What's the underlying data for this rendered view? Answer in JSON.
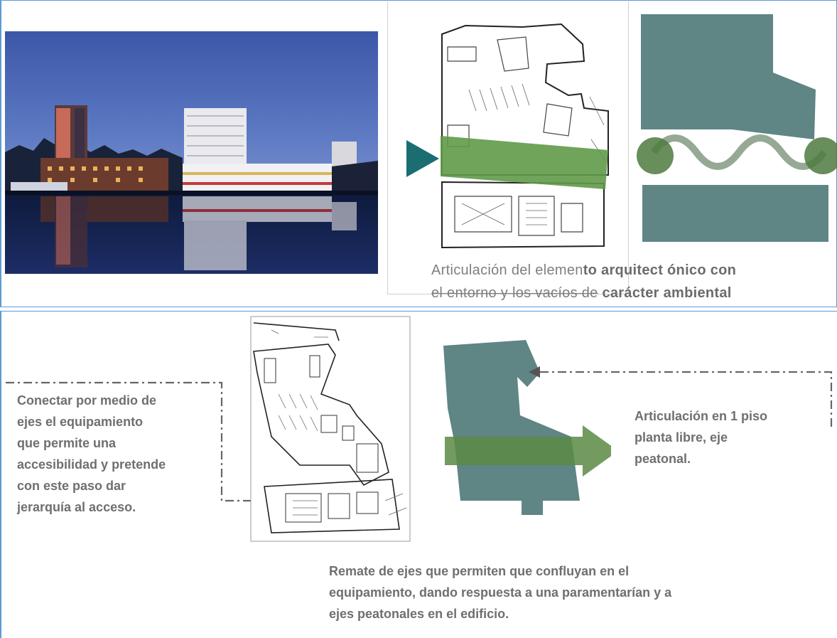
{
  "top_caption": {
    "part1": "Articulación del elemen",
    "part2": "to arquitect ónico con",
    "line2a": "el entorno y los vacíos de",
    "line2b": " carácter ambiental"
  },
  "left_note": [
    "Conectar  por medio de",
    "ejes  el equipamiento",
    "que permite una",
    "accesibilidad y pretende",
    "con este paso dar",
    "jerarquía al acceso."
  ],
  "right_note": [
    "Articulación en 1 piso",
    "planta libre, eje",
    "peatonal."
  ],
  "bottom_note": [
    "Remate de ejes que permiten que confluyan en el",
    "equipamiento, dando respuesta a una paramentarían y a",
    "ejes peatonales en el edificio."
  ],
  "colors": {
    "slate": "#5f8585",
    "green": "#5d8a4e",
    "frame": "#5b9bd5",
    "teal_arrow": "#1a6e72"
  }
}
